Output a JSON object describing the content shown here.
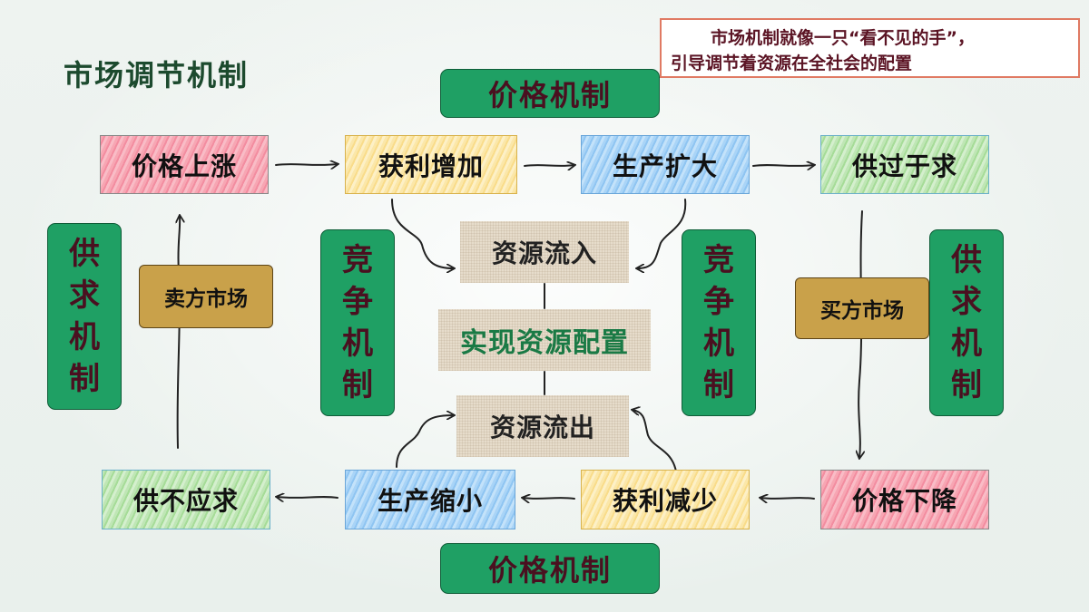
{
  "title": "市场调节机制",
  "quote": {
    "line1": "市场机制就像一只“看不见的手”，",
    "line2": "引导调节着资源在全社会的配置"
  },
  "price_mechanism_top": "价格机制",
  "price_mechanism_bottom": "价格机制",
  "top_row": [
    "价格上涨",
    "获利增加",
    "生产扩大",
    "供过于求"
  ],
  "bottom_row": [
    "供不应求",
    "生产缩小",
    "获利减少",
    "价格下降"
  ],
  "center": {
    "inflow": "资源流入",
    "allocation": "实现资源配置",
    "outflow": "资源流出"
  },
  "supply_demand_left": "供求机制",
  "supply_demand_right": "供求机制",
  "competition_left": "竞争机制",
  "competition_right": "竞争机制",
  "sellers_market": "卖方市场",
  "buyers_market": "买方市场",
  "colors": {
    "title": "#1c4a2e",
    "mechanism_green": "#1fa064",
    "mechanism_text": "#4a1020",
    "quote_border": "#e07a63",
    "tan": "#c9a14a"
  }
}
